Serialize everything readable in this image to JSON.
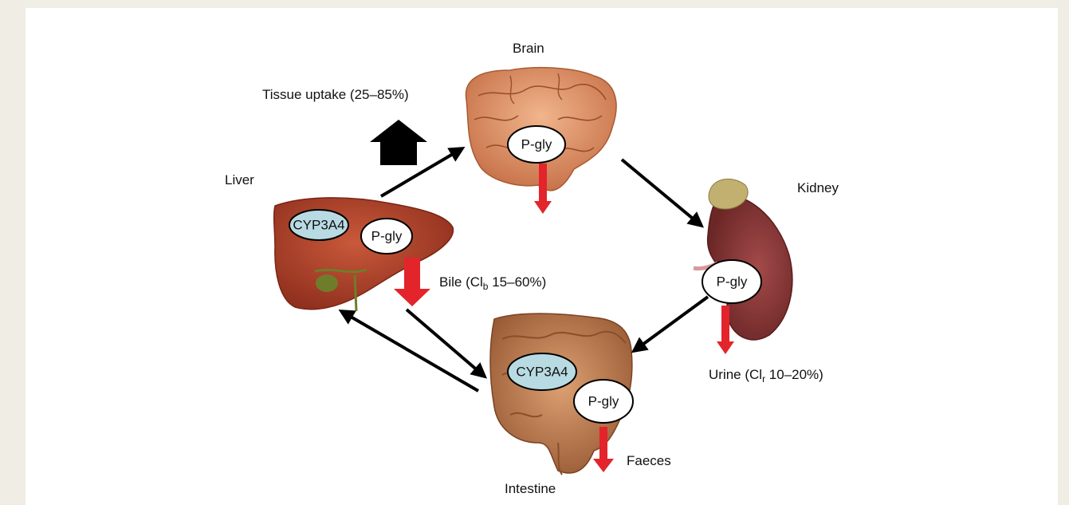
{
  "labels": {
    "brain": "Brain",
    "tissue_uptake": "Tissue uptake (25–85%)",
    "liver": "Liver",
    "kidney": "Kidney",
    "bile_prefix": "Bile (Cl",
    "bile_sub": "b",
    "bile_suffix": " 15–60%)",
    "urine_prefix": "Urine (Cl",
    "urine_sub": "r",
    "urine_suffix": " 10–20%)",
    "faeces": "Faeces",
    "intestine": "Intestine"
  },
  "ovals": {
    "brain_pgly": "P-gly",
    "liver_cyp": "CYP3A4",
    "liver_pgly": "P-gly",
    "kidney_pgly": "P-gly",
    "intestine_cyp": "CYP3A4",
    "intestine_pgly": "P-gly"
  },
  "colors": {
    "page_background": "#efede4",
    "red_arrow": "#e3242b",
    "black_arrow": "#000000",
    "cyp_fill": "#b8dbe3",
    "pgly_fill": "#ffffff",
    "brain": "#d98a5c",
    "liver": "#b5472e",
    "kidney": "#8e3a3a",
    "intestine": "#c98a5a"
  }
}
